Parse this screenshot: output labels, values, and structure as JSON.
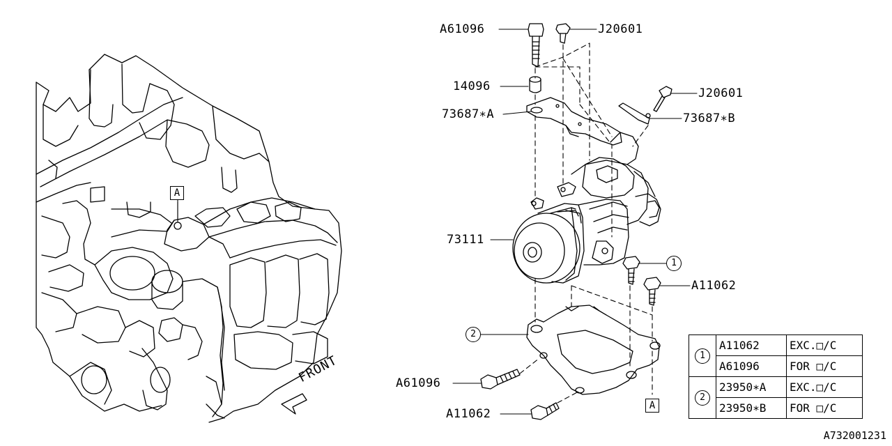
{
  "labels": {
    "a61096_top": "A61096",
    "j20601_top": "J20601",
    "p14096": "14096",
    "p73687a": "73687∗A",
    "j20601_right": "J20601",
    "p73687b": "73687∗B",
    "p73111": "73111",
    "a11062_right": "A11062",
    "a61096_bottom": "A61096",
    "a11062_bottom": "A11062",
    "callout_1": "1",
    "callout_2": "2"
  },
  "markers": {
    "engine_a": "A",
    "bracket_a": "A"
  },
  "front_label": "FRONT",
  "legend": {
    "rows": [
      {
        "num": "1",
        "part": "A11062",
        "cond": "EXC.□/C"
      },
      {
        "num": "",
        "part": "A61096",
        "cond": "FOR □/C"
      },
      {
        "num": "2",
        "part": "23950∗A",
        "cond": "EXC.□/C"
      },
      {
        "num": "",
        "part": "23950∗B",
        "cond": "FOR □/C"
      }
    ]
  },
  "diagram_id": "A732001231"
}
